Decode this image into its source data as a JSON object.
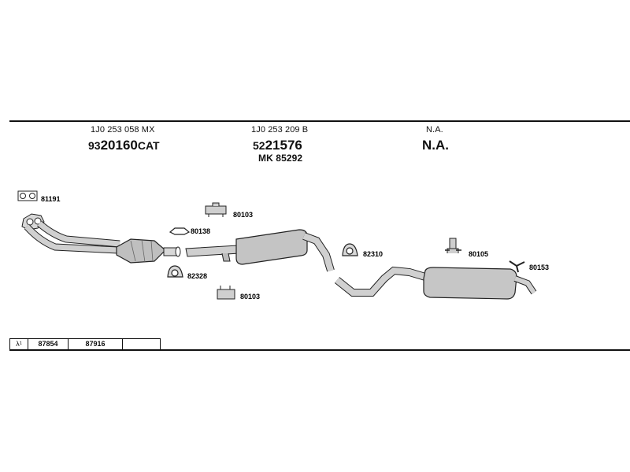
{
  "groups": [
    {
      "oe": "1J0 253 058 MX",
      "part_prefix": "93",
      "part_main": "20160",
      "part_suffix": "CAT",
      "extra": ""
    },
    {
      "oe": "1J0 253 209 B",
      "part_prefix": "52",
      "part_main": "21576",
      "part_suffix": "",
      "extra": "MK 85292"
    },
    {
      "oe": "N.A.",
      "part_prefix": "",
      "part_main": "N.A.",
      "part_suffix": "",
      "extra": ""
    }
  ],
  "components": {
    "gasket_top": "81191",
    "clamp_upper": "80103",
    "bracket_small": "80138",
    "ring_left": "82328",
    "clamp_lower": "80103",
    "ring_right": "82310",
    "hanger_right": "80105",
    "hanger_end": "80153"
  },
  "footer": {
    "symbol": "λ¹",
    "cells": [
      "87854",
      "87916"
    ]
  }
}
